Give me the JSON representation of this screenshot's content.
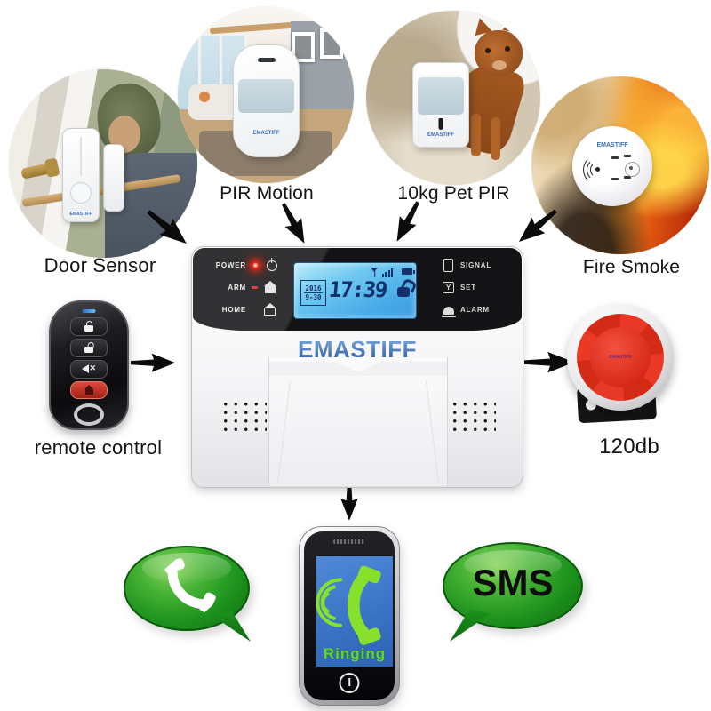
{
  "brand": "EMASTIFF",
  "devices": {
    "door": {
      "label": "Door Sensor",
      "device_text": "EMASTIFF"
    },
    "pir": {
      "label": "PIR Motion",
      "device_text": "EMASTIFF"
    },
    "pet": {
      "label": "10kg Pet PIR",
      "device_text": "EMASTIFF"
    },
    "fire": {
      "label": "Fire Smoke",
      "device_text": "EMASTIFF"
    },
    "remote": {
      "label": "remote control"
    },
    "siren": {
      "label": "120db",
      "device_text": "EMASTIFF"
    }
  },
  "panel": {
    "brand": "EMASTIFF",
    "left_indicators": [
      {
        "label": "POWER"
      },
      {
        "label": "ARM"
      },
      {
        "label": "HOME"
      }
    ],
    "right_indicators": [
      {
        "label": "SIGNAL"
      },
      {
        "label": "SET"
      },
      {
        "label": "ALARM"
      }
    ],
    "lcd": {
      "time": "17:39",
      "year": "2016",
      "date": "9-30"
    }
  },
  "phone": {
    "status_text": "Ringing"
  },
  "bubbles": {
    "sms_text": "SMS"
  },
  "colors": {
    "logo_blue": "#2f62ad",
    "lcd_blue": "#55b5e8",
    "lcd_segment": "#14306b",
    "led_red": "#ff2418",
    "bubble_green": "#1d921d",
    "screen_blue": "#3a74c6",
    "ringing_green": "#5fd81f",
    "siren_red": "#e53224",
    "arrow_black": "#0b0b0b"
  }
}
